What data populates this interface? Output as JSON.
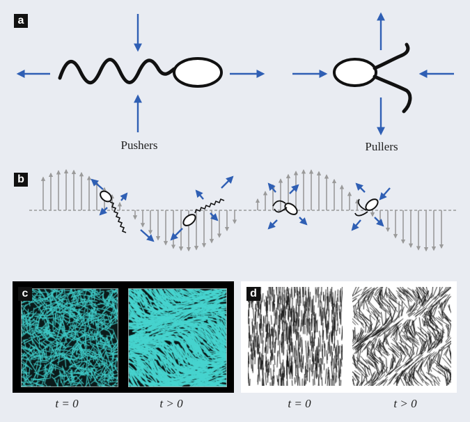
{
  "panels": {
    "a": {
      "label": "a",
      "captions": [
        "Pushers",
        "Pullers"
      ]
    },
    "b": {
      "label": "b"
    },
    "c": {
      "label": "c",
      "time_labels": [
        "t = 0",
        "t > 0"
      ]
    },
    "d": {
      "label": "d",
      "time_labels": [
        "t = 0",
        "t > 0"
      ]
    }
  },
  "colors": {
    "arrow_blue": "#2f5fb4",
    "background": "#e9ecf2",
    "field_gray": "#9a9a9a",
    "cyan_rods": "#3fc9c6",
    "black": "#111111"
  }
}
